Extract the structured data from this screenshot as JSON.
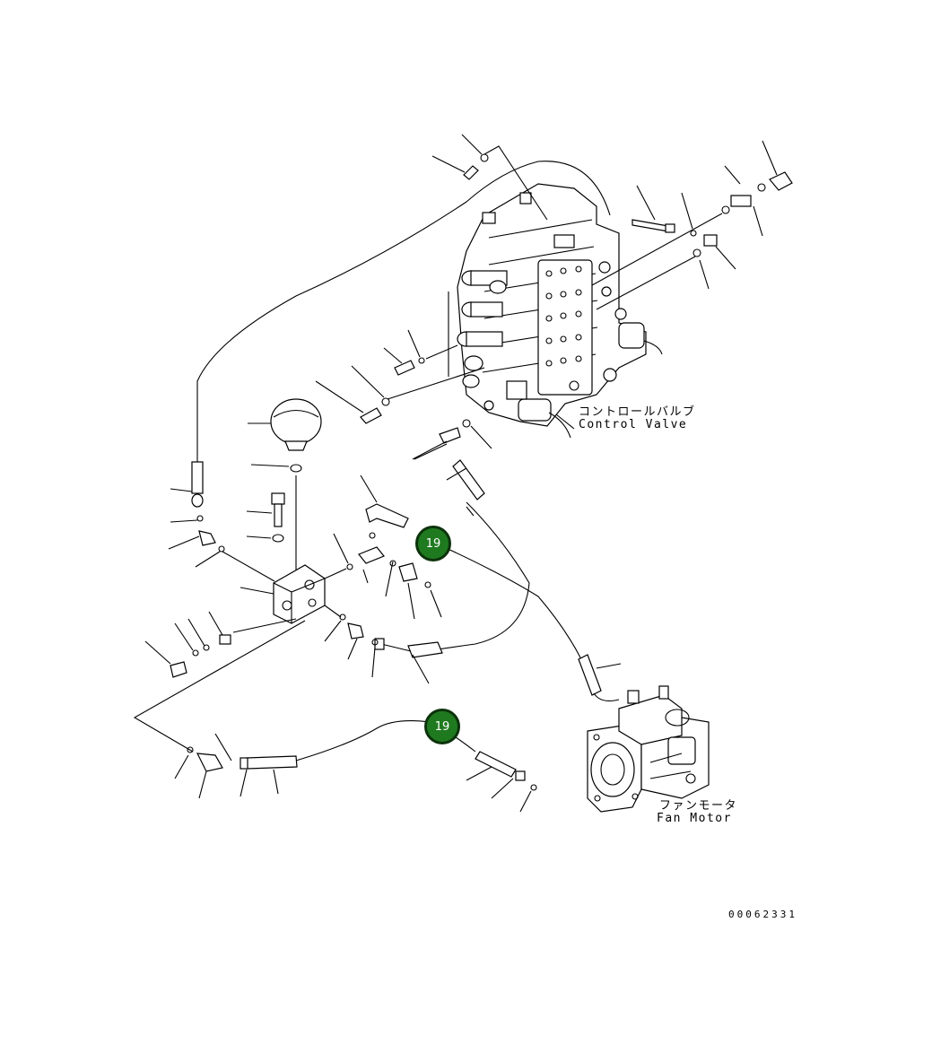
{
  "labels": {
    "control_valve_jp": "コントロールバルブ",
    "control_valve_en": "Control Valve",
    "fan_motor_jp": "ファンモータ",
    "fan_motor_en": "Fan Motor",
    "drawing_number": "00062331"
  },
  "callouts": [
    {
      "number": "19"
    },
    {
      "number": "19"
    }
  ],
  "colors": {
    "callout_fill": "#1f7a1f",
    "callout_border": "#0c330c",
    "line": "#000000"
  }
}
